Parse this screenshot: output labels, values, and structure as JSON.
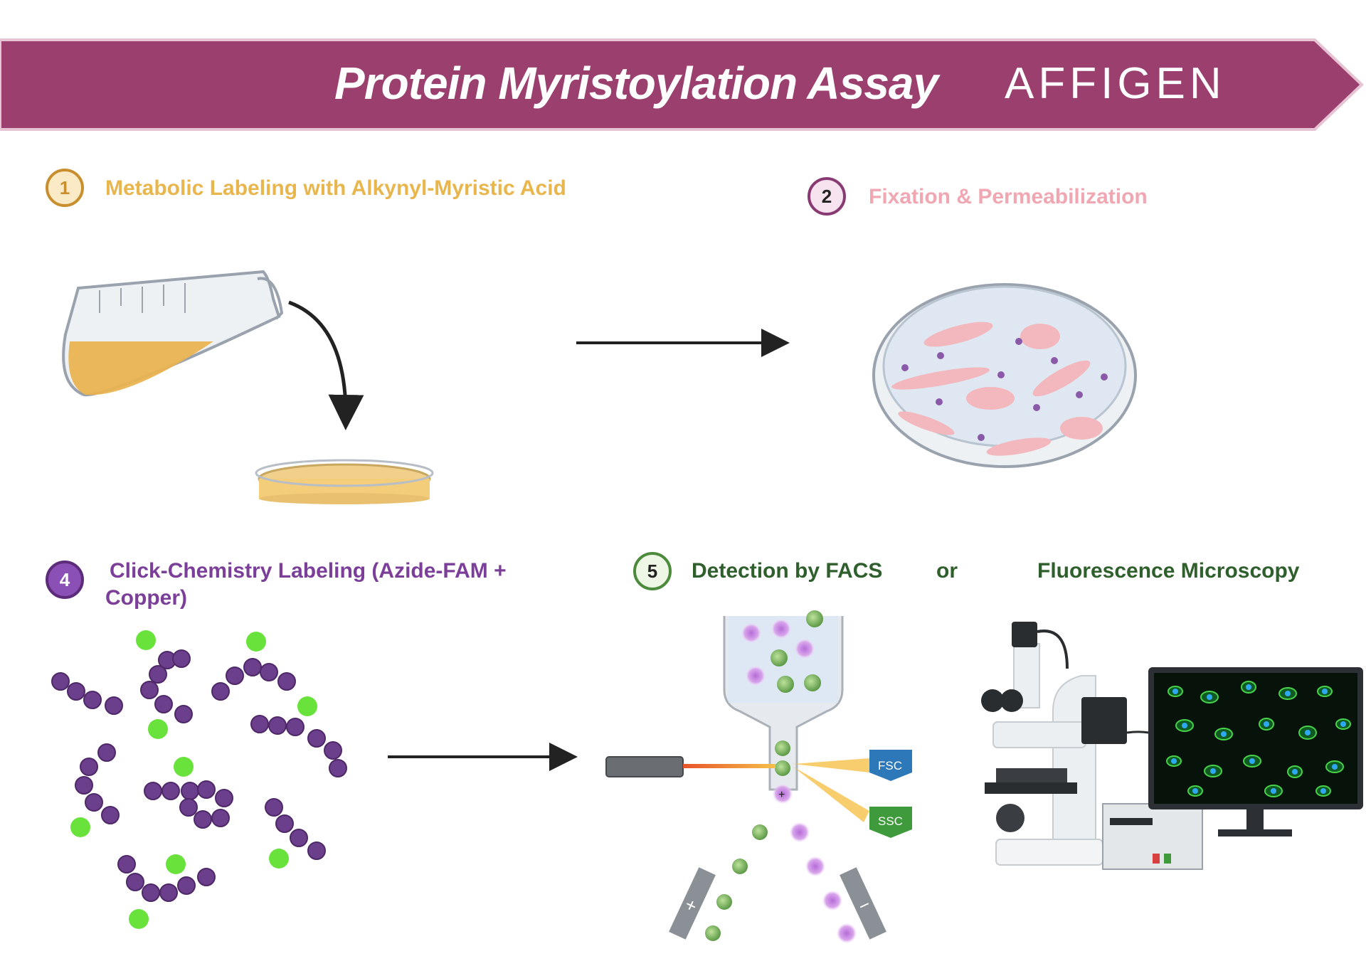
{
  "banner": {
    "title": "Protein Myristoylation Assay",
    "brand": "AFFIGEN",
    "color": "#9a3f6e"
  },
  "steps": [
    {
      "number": "1",
      "label": "Metabolic Labeling with Alkynyl-Myristic Acid",
      "color": "#e8b64c"
    },
    {
      "number": "2",
      "label": "Fixation & Permeabilization",
      "color": "#f1a7b1"
    },
    {
      "number": "4",
      "label": "Click-Chemistry Labeling (Azide-FAM +",
      "label_line2": "Copper)",
      "color": "#7b3f99"
    },
    {
      "number": "5",
      "label": "Detection by FACS",
      "connector": "or",
      "label_alt": "Fluorescence Microscopy",
      "color": "#2f5f2c"
    }
  ],
  "facs": {
    "detector_fsc": "FSC",
    "detector_ssc": "SSC",
    "plus_sign": "+",
    "minus_sign": "−"
  },
  "icons": [
    "flask-icon",
    "petri-dish-icon",
    "cell-culture-dish-icon",
    "molecule-chain-icon",
    "flow-cytometer-icon",
    "microscope-icon",
    "monitor-icon"
  ]
}
